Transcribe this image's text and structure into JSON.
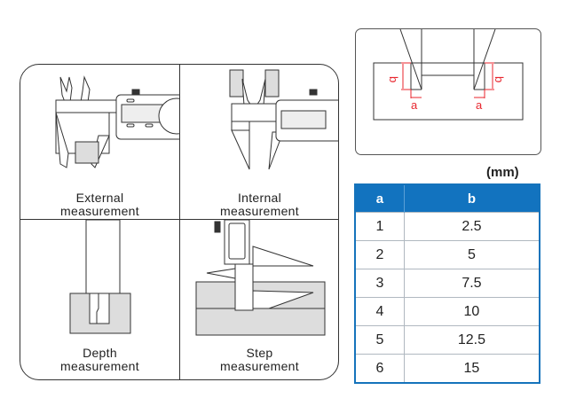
{
  "panels": [
    {
      "id": "external",
      "caption_line1": "External",
      "caption_line2": "measurement"
    },
    {
      "id": "internal",
      "caption_line1": "Internal",
      "caption_line2": "measurement"
    },
    {
      "id": "depth",
      "caption_line1": "Depth",
      "caption_line2": "measurement"
    },
    {
      "id": "step",
      "caption_line1": "Step",
      "caption_line2": "measurement"
    }
  ],
  "inset_diagram": {
    "label_a": "a",
    "label_b": "b",
    "dimension_color": "#e8262e"
  },
  "table": {
    "unit": "(mm)",
    "header_color": "#1273bf",
    "columns": [
      "a",
      "b"
    ],
    "rows": [
      [
        "1",
        "2.5"
      ],
      [
        "2",
        "5"
      ],
      [
        "3",
        "7.5"
      ],
      [
        "4",
        "10"
      ],
      [
        "5",
        "12.5"
      ],
      [
        "6",
        "15"
      ]
    ]
  }
}
